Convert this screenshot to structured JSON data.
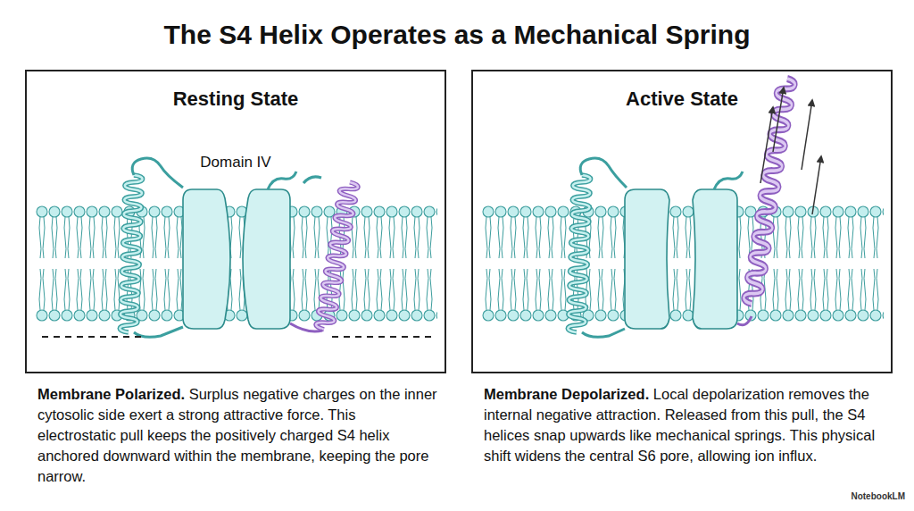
{
  "diagram": {
    "title": "The S4 Helix Operates as a Mechanical Spring",
    "nodes": [
      {
        "text": [
          "Resting State",
          "Membrane Polarized.",
          "Surplus negative charges on the inner cytosolic side exert a strong attractive force. This electrostatic pull keeps the positively charged S4 helix anchored downward within the membrane, keeping the pore narrow."
        ]
      },
      {
        "text": [
          "Active State",
          "Membrane Depolarized.",
          "Local depolarization removes the internal negative attraction. Released from this pull, the S4 helices snap upwards like mechanical springs. This physical shift widens the central S6 pore, allowing ion influx."
        ]
      }
    ],
    "labels": [
      "Domain IV",
      "NotebookLM"
    ]
  }
}
